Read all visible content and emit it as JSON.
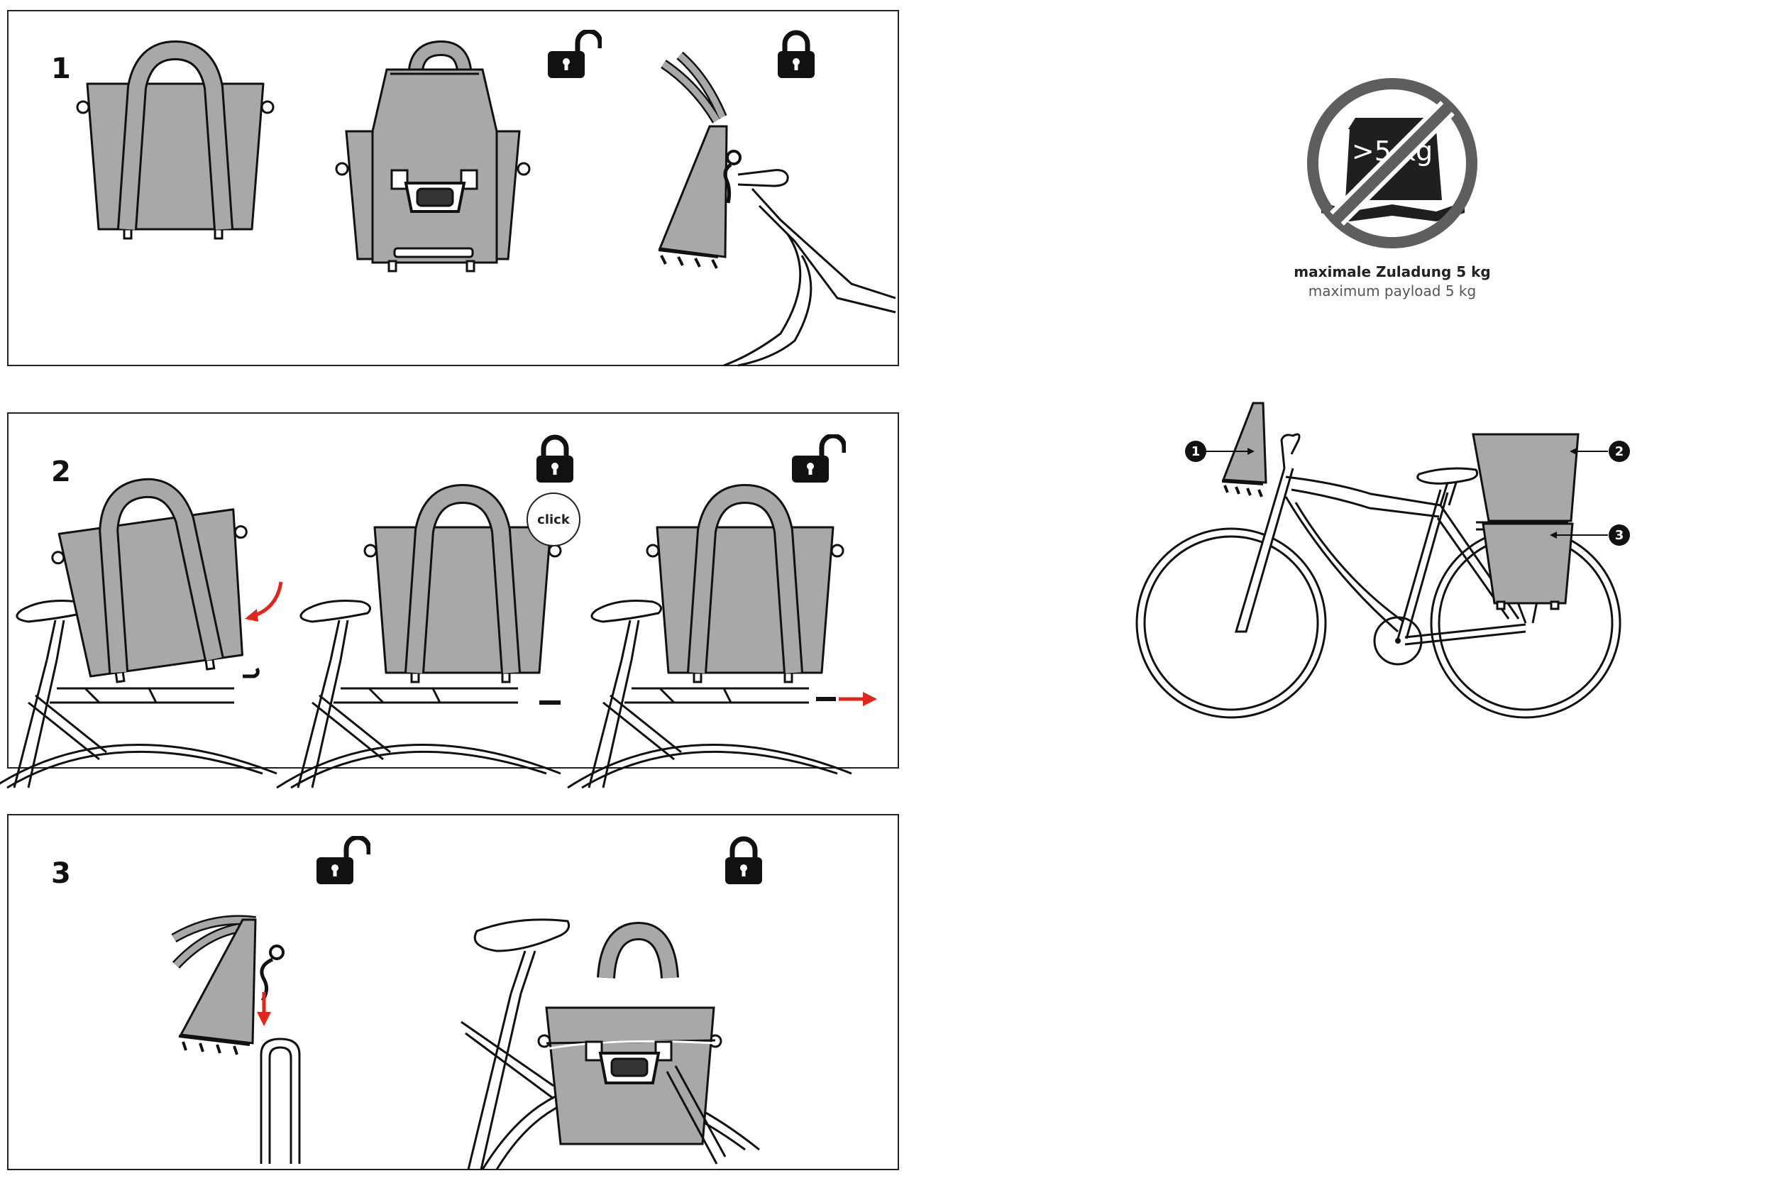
{
  "steps": [
    {
      "number": "1"
    },
    {
      "number": "2",
      "click_label": "click"
    },
    {
      "number": "3"
    }
  ],
  "payload": {
    "weight_label": ">5 kg",
    "caption_de": "maximale Zuladung 5 kg",
    "caption_en": "maximum payload 5 kg"
  },
  "callouts": [
    "1",
    "2",
    "3"
  ],
  "icons": [
    "padlock-open-icon",
    "padlock-closed-icon",
    "weight-prohibited-icon",
    "arrow-icon"
  ],
  "colors": {
    "bag_fill": "#a8a8a8",
    "outline": "#1a1a1a",
    "arrow": "#e1261c",
    "prohibit": "#5e5e5e",
    "weight": "#1f1f1f"
  }
}
